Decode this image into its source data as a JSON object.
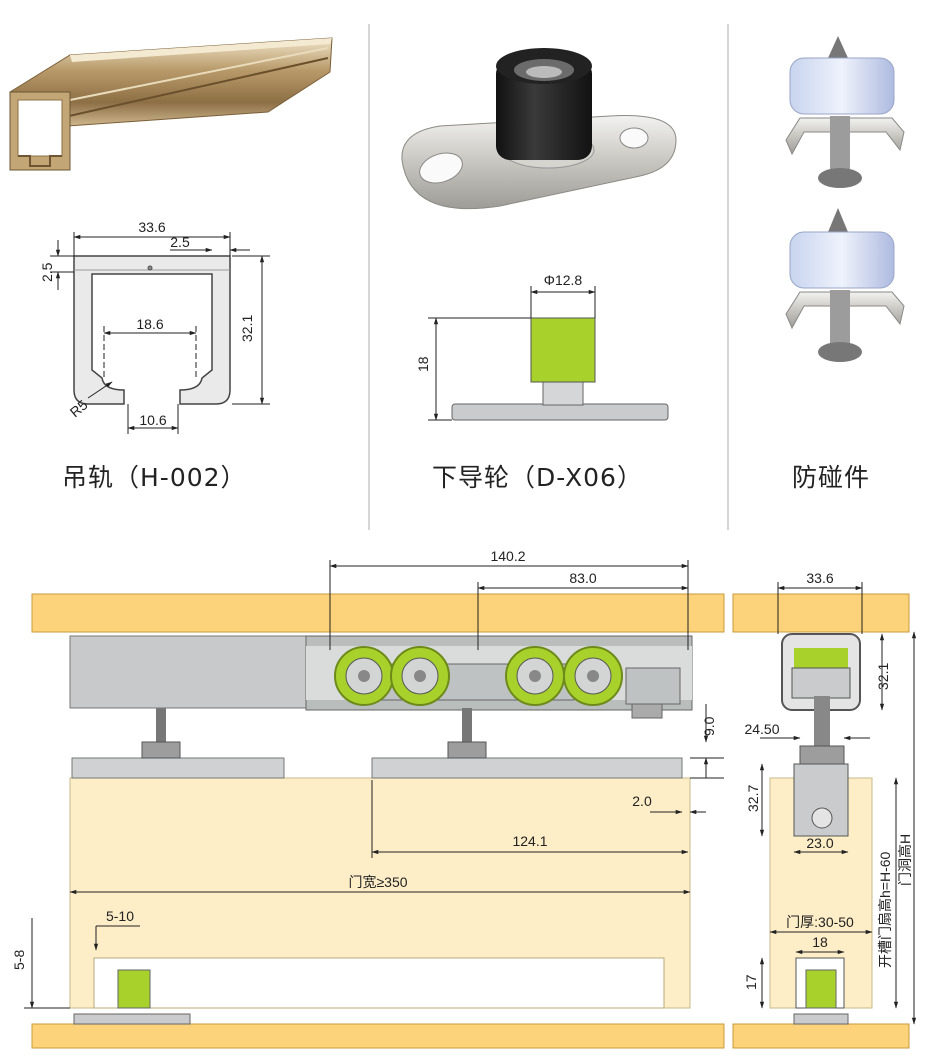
{
  "products": [
    {
      "caption": "吊轨（H-002）"
    },
    {
      "caption": "下导轮（D-X06）"
    },
    {
      "caption": "防碰件"
    }
  ],
  "rail_dims": {
    "width": "33.6",
    "lip": "2.5",
    "wall": "2.5",
    "height": "32.1",
    "inner": "18.6",
    "radius": "R5",
    "slot": "10.6"
  },
  "guide_dims": {
    "diameter": "Φ12.8",
    "height": "18"
  },
  "assembly_dims": {
    "total_length": "140.2",
    "wheel_span": "83.0",
    "gap_top": "9.0",
    "gap_side": "2.0",
    "stopper_span": "124.1",
    "door_width": "门宽≥350",
    "offset_range": "5-10",
    "bottom_gap": "5-8"
  },
  "side_dims": {
    "rail_width": "33.6",
    "rail_height": "32.1",
    "hanger_width": "24.50",
    "hanger_height": "32.7",
    "plate_width": "23.0",
    "door_thickness": "门厚:30-50",
    "groove_width": "18",
    "groove_depth": "17",
    "groove_height": "开槽门扇高h=H-60",
    "opening_height": "门洞高H"
  },
  "colors": {
    "wood": "#fcd27a",
    "door": "#fdeec8",
    "wheel": "#a8d22b",
    "steel": "#c9cbcc"
  }
}
